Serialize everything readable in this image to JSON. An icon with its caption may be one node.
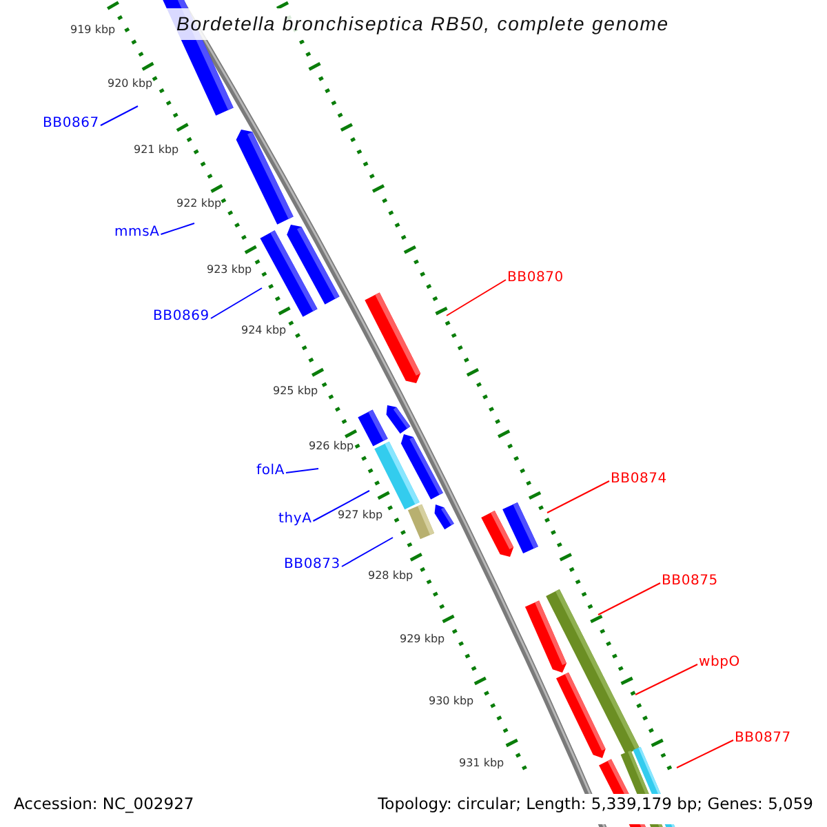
{
  "diagram": {
    "title": "Bordetella bronchiseptica RB50, complete genome",
    "nodes": [
      {
        "text": [
          "BB0867"
        ]
      },
      {
        "text": [
          "mmsA"
        ]
      },
      {
        "text": [
          "BB0869"
        ]
      },
      {
        "text": [
          "folA"
        ]
      },
      {
        "text": [
          "thyA"
        ]
      },
      {
        "text": [
          "BB0873"
        ]
      },
      {
        "text": [
          "BB0870"
        ]
      },
      {
        "text": [
          "BB0874"
        ]
      },
      {
        "text": [
          "BB0875"
        ]
      },
      {
        "text": [
          "wbpO"
        ]
      },
      {
        "text": [
          "BB0877"
        ]
      }
    ],
    "edges": [
      {
        "from": 0,
        "to": null,
        "arrow": "none"
      },
      {
        "from": 1,
        "to": null,
        "arrow": "none"
      },
      {
        "from": 2,
        "to": null,
        "arrow": "none"
      },
      {
        "from": 3,
        "to": null,
        "arrow": "none"
      },
      {
        "from": 4,
        "to": null,
        "arrow": "none"
      },
      {
        "from": 5,
        "to": null,
        "arrow": "none"
      },
      {
        "from": 6,
        "to": null,
        "arrow": "none",
        "color": "#ff0000"
      },
      {
        "from": 7,
        "to": null,
        "arrow": "none",
        "color": "#ff0000"
      },
      {
        "from": 8,
        "to": null,
        "arrow": "none",
        "color": "#ff0000"
      },
      {
        "from": 9,
        "to": null,
        "arrow": "none",
        "color": "#ff0000"
      },
      {
        "from": 10,
        "to": null,
        "arrow": "none",
        "color": "#ff0000"
      }
    ],
    "labels": [
      "919 kbp",
      "920 kbp",
      "921 kbp",
      "922 kbp",
      "923 kbp",
      "924 kbp",
      "925 kbp",
      "926 kbp",
      "927 kbp",
      "928 kbp",
      "929 kbp",
      "930 kbp",
      "931 kbp",
      "Accession: NC_002927",
      "Topology: circular; Length: 5,339,179 bp; Genes: 5,059"
    ]
  }
}
